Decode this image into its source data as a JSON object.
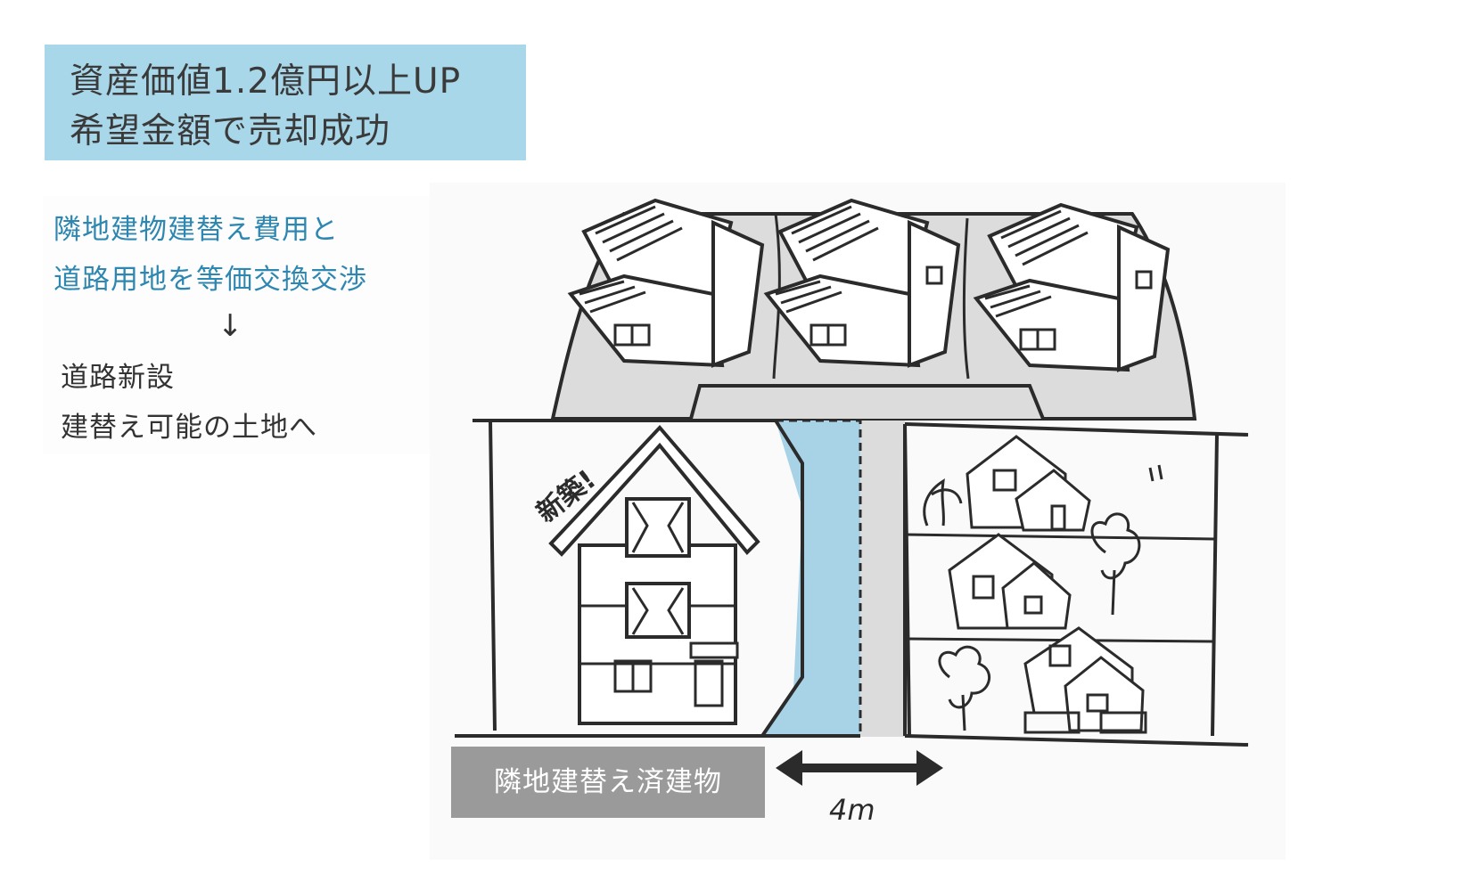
{
  "headline": {
    "line1": "資産価値1.2億円以上UP",
    "line2": "希望金額で売却成功"
  },
  "notes": {
    "blue_line1": "隣地建物建替え費用と",
    "blue_line2": "道路用地を等価交換交渉",
    "arrow": "↓",
    "result_line1": "道路新設",
    "result_line2": "建替え可能の土地へ"
  },
  "illustration": {
    "new_build_label": "新築!",
    "road_width_label": "4m",
    "neighbor_label": "隣地建替え済建物",
    "colors": {
      "headline_bg": "#a9d7ea",
      "road_fill": "#dcdcdc",
      "new_road_fill": "#a8d2e6",
      "label_bg": "#9a9a9a",
      "line": "#2b2b2b"
    }
  }
}
